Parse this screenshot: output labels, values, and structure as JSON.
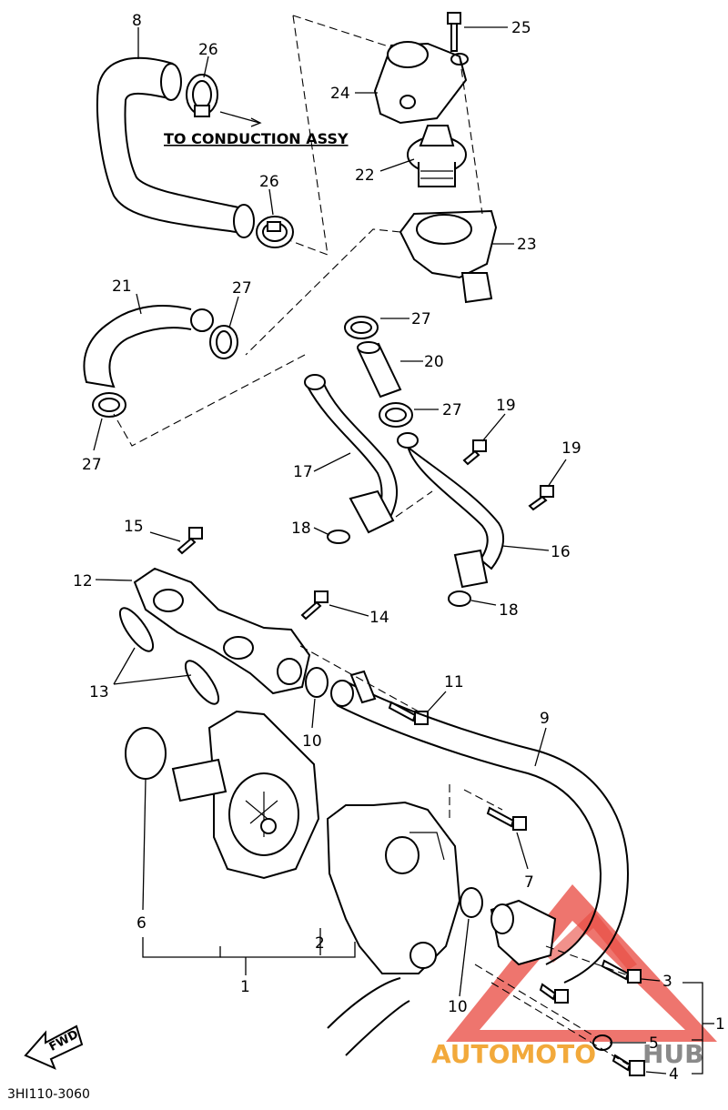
{
  "note_label": "TO CONDUCTION ASSY",
  "fwd_label": "FWD",
  "drawing_number": "3HI110-3060",
  "watermark": {
    "brand_left": "AUTOMOTO",
    "brand_right": "HUB",
    "colors": {
      "triangle": "#e8473e",
      "text_left": "#f2a93b",
      "text_right": "#8a8a8a"
    }
  },
  "callouts": {
    "c1a": "1",
    "c1b": "1",
    "c2": "2",
    "c3": "3",
    "c4": "4",
    "c5": "5",
    "c6": "6",
    "c7": "7",
    "c8": "8",
    "c9": "9",
    "c10a": "10",
    "c10b": "10",
    "c11": "11",
    "c12": "12",
    "c13": "13",
    "c14": "14",
    "c15": "15",
    "c16": "16",
    "c17": "17",
    "c18a": "18",
    "c18b": "18",
    "c19a": "19",
    "c19b": "19",
    "c20": "20",
    "c21": "21",
    "c22": "22",
    "c23": "23",
    "c24": "24",
    "c25": "25",
    "c26a": "26",
    "c26b": "26",
    "c27a": "27",
    "c27b": "27",
    "c27c": "27",
    "c27d": "27"
  }
}
